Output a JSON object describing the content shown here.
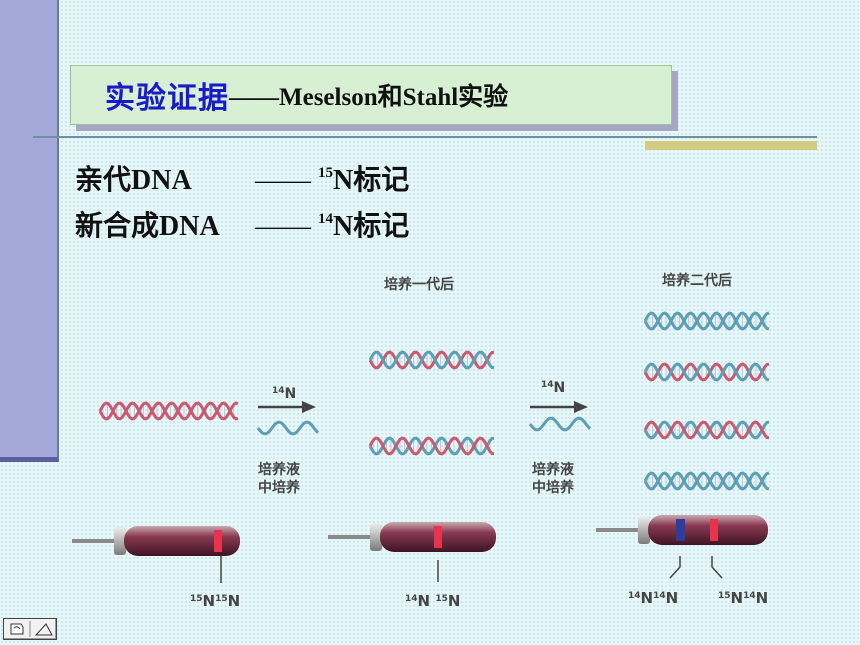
{
  "title": {
    "main": "实验证据",
    "sub": "——Meselson和Stahl实验"
  },
  "lines": [
    {
      "label": "亲代DNA",
      "dash": "——",
      "isotope_sup": "15",
      "suffix": "N标记"
    },
    {
      "label": "新合成DNA",
      "dash": "——",
      "isotope_sup": "14",
      "suffix": "N标记"
    }
  ],
  "diagram": {
    "gen1_label": "培养一代后",
    "gen2_label": "培养二代后",
    "arrow1_label": "14N",
    "arrow2_label": "14N",
    "medium_label_line1": "培养液",
    "medium_label_line2": "中培养",
    "tube1_label": "15N15N",
    "tube2_label": "14N 15N",
    "tube3_label_left": "14N14N",
    "tube3_label_right": "15N14N"
  },
  "colors": {
    "title_text": "#1a1ac8",
    "title_box": "#d7f0d4",
    "left_bar": "#a4a9da",
    "strand_heavy": "#c85a72",
    "strand_light": "#5e9fb5",
    "tube_band": "#e8334f",
    "tube_band_light": "#2e3c9c"
  }
}
